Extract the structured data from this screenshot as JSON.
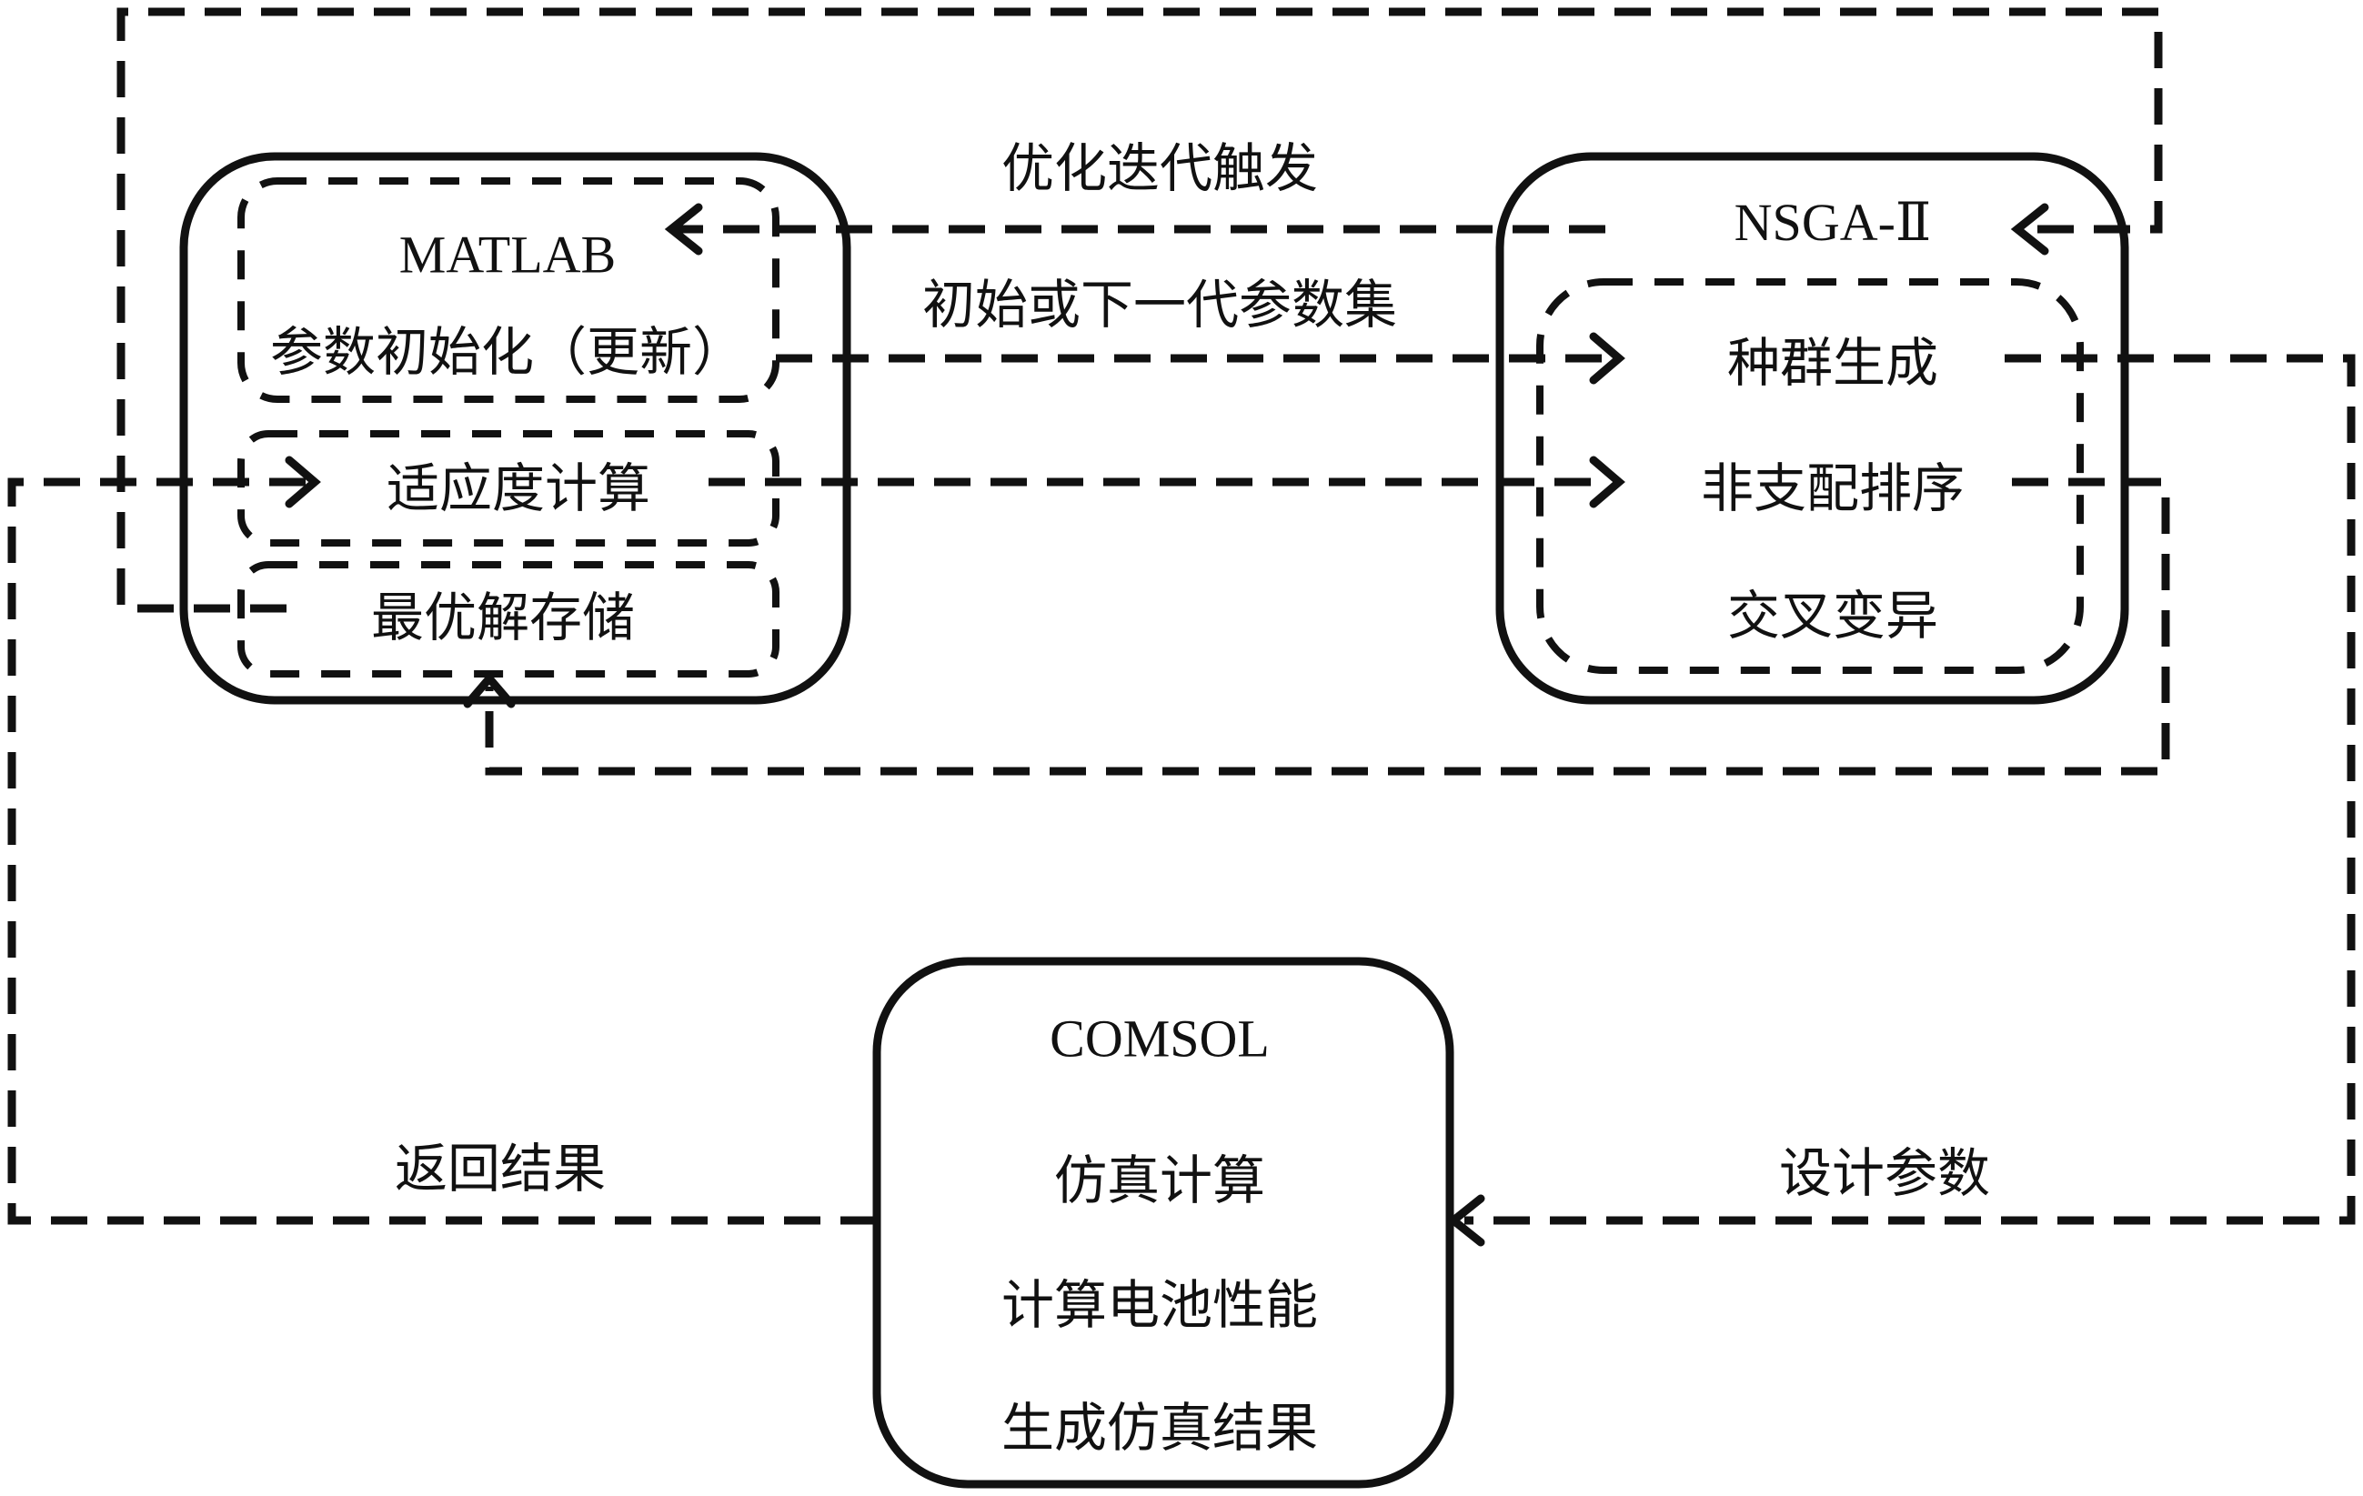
{
  "colors": {
    "stroke": "#111111",
    "background": "#ffffff"
  },
  "nodes": {
    "matlab": {
      "title": "MATLAB",
      "steps": [
        "参数初始化（更新）",
        "适应度计算",
        "最优解存储"
      ]
    },
    "nsga": {
      "title": "NSGA-Ⅱ",
      "steps": [
        "种群生成",
        "非支配排序",
        "交叉变异"
      ]
    },
    "comsol": {
      "title": "COMSOL",
      "steps": [
        "仿真计算",
        "计算电池性能",
        "生成仿真结果"
      ]
    }
  },
  "edges": {
    "iteration_trigger": "优化迭代触发",
    "param_set": "初始或下一代参数集",
    "return_results": "返回结果",
    "design_params": "设计参数"
  }
}
